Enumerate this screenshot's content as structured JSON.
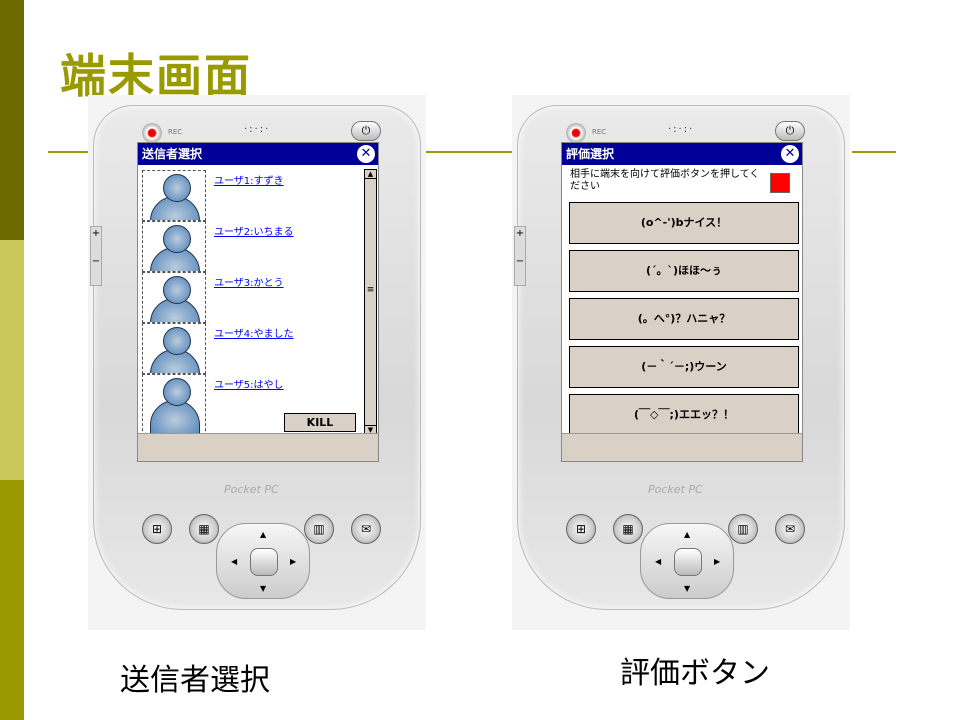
{
  "slide_title": "端末画面",
  "colors": {
    "accent": "#999900",
    "titlebar": "#000099"
  },
  "left_device": {
    "rec_label": "REC",
    "brand": "Pocket PC",
    "window_title": "送信者選択",
    "users": [
      "ユーザ1:すずき",
      "ユーザ2:いちまる",
      "ユーザ3:かとう",
      "ユーザ4:やました",
      "ユーザ5:はやし"
    ],
    "kill_label": "KILL",
    "caption": "送信者選択"
  },
  "right_device": {
    "rec_label": "REC",
    "brand": "Pocket PC",
    "window_title": "評価選択",
    "instruction": "相手に端末を向けて評価ボタンを押してください",
    "buttons": [
      "(o^-')bナイス！",
      "(´。`)ほほ～ぅ",
      "(。へ°)？ハニャ？",
      "(－｀´－;)ウーン",
      "(￣◇￣;)エエッ？！"
    ],
    "caption": "評価ボタン"
  }
}
